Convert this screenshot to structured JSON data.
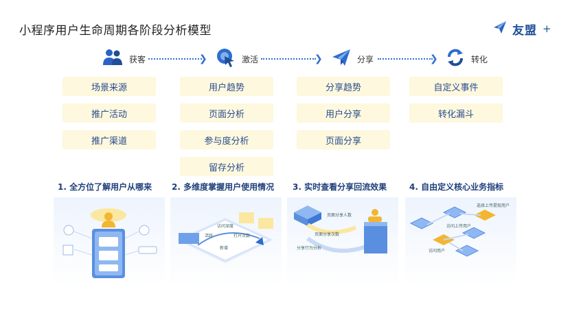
{
  "title": "小程序用户生命周期各阶段分析模型",
  "brand": {
    "name": "友盟",
    "plus": "+"
  },
  "icons": {
    "acquire": "users-icon",
    "activate": "cursor-icon",
    "share": "paper-plane-icon",
    "convert": "refresh-icon",
    "brand": "umeng-logo-icon"
  },
  "colors": {
    "accent": "#2e6ccf",
    "pill_bg": "#fdf8de",
    "pill_text": "#2a4c8f",
    "heading": "#1f3f7a"
  },
  "stages": [
    {
      "label": "获客"
    },
    {
      "label": "激活"
    },
    {
      "label": "分享"
    },
    {
      "label": "转化"
    }
  ],
  "columns": [
    {
      "items": [
        "场景来源",
        "推广活动",
        "推广渠道"
      ]
    },
    {
      "items": [
        "用户趋势",
        "页面分析",
        "参与度分析",
        "留存分析"
      ]
    },
    {
      "items": [
        "分享趋势",
        "用户分享",
        "页面分享"
      ]
    },
    {
      "items": [
        "自定义事件",
        "转化漏斗"
      ]
    }
  ],
  "sections": [
    {
      "title": "1. 全方位了解用户从哪来"
    },
    {
      "title": "2. 多维度掌握用户使用情况"
    },
    {
      "title": "3. 实时查看分享回流效果"
    },
    {
      "title": "4. 自由定义核心业务指标"
    }
  ],
  "illustration_text": {
    "s2": {
      "a": "活跃",
      "b": "访问深度",
      "c": "打开次数",
      "d": "新增"
    },
    "s3": {
      "a": "页面分享人数",
      "b": "页面分享次数",
      "c": "分享行为分析"
    },
    "s4": {
      "a": "访问上传用户",
      "b": "选择上传提现用户",
      "c": "访问用户"
    }
  }
}
